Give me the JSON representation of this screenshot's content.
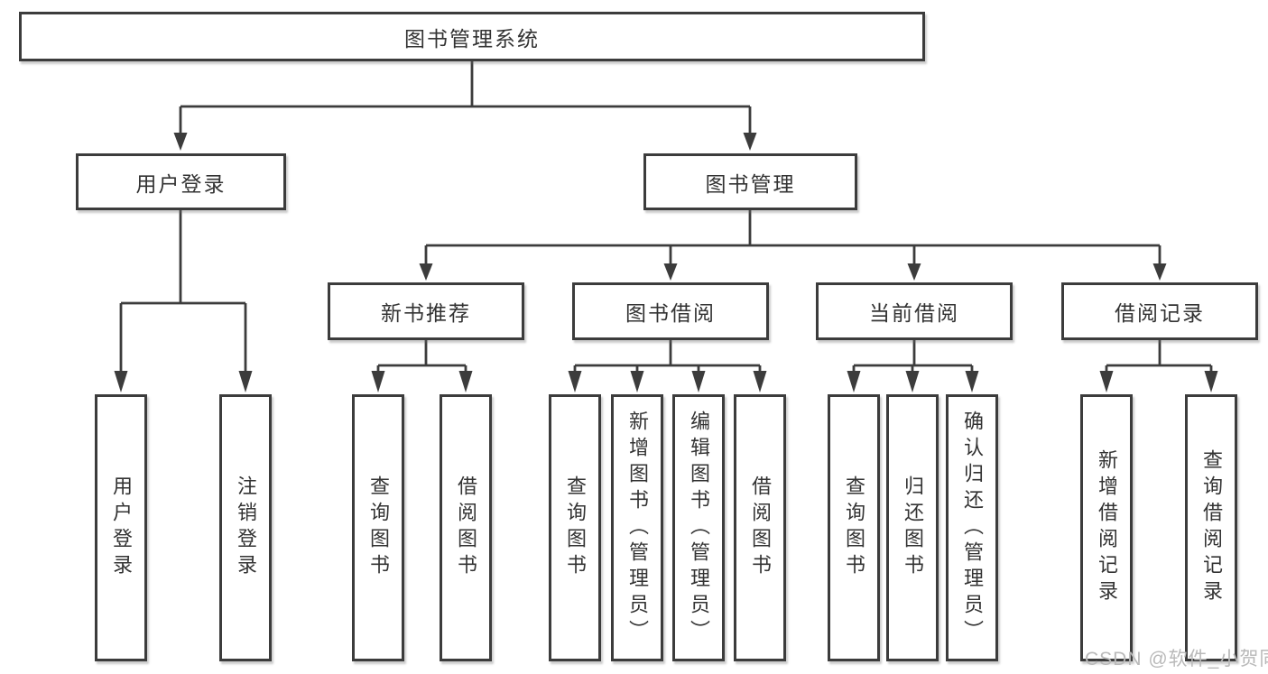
{
  "tree": {
    "label": "图书管理系统",
    "children": [
      {
        "label": "用户登录",
        "children": [
          {
            "label": "用户登录"
          },
          {
            "label": "注销登录"
          }
        ]
      },
      {
        "label": "图书管理",
        "children": [
          {
            "label": "新书推荐",
            "children": [
              {
                "label": "查询图书"
              },
              {
                "label": "借阅图书"
              }
            ]
          },
          {
            "label": "图书借阅",
            "children": [
              {
                "label": "查询图书"
              },
              {
                "label": "新增图书（管理员）"
              },
              {
                "label": "编辑图书（管理员）"
              },
              {
                "label": "借阅图书"
              }
            ]
          },
          {
            "label": "当前借阅",
            "children": [
              {
                "label": "查询图书"
              },
              {
                "label": "归还图书"
              },
              {
                "label": "确认归还（管理员）"
              }
            ]
          },
          {
            "label": "借阅记录",
            "children": [
              {
                "label": "新增借阅记录"
              },
              {
                "label": "查询借阅记录"
              }
            ]
          }
        ]
      }
    ]
  },
  "watermark": {
    "text": "CSDN @软件_小贺同学"
  },
  "colors": {
    "line": "#3c3c3c",
    "box_border": "#3c3c3c",
    "box_background": "#ffffff",
    "text": "#333333",
    "watermark": "#b9b9b9",
    "page_background": "#ffffff"
  }
}
